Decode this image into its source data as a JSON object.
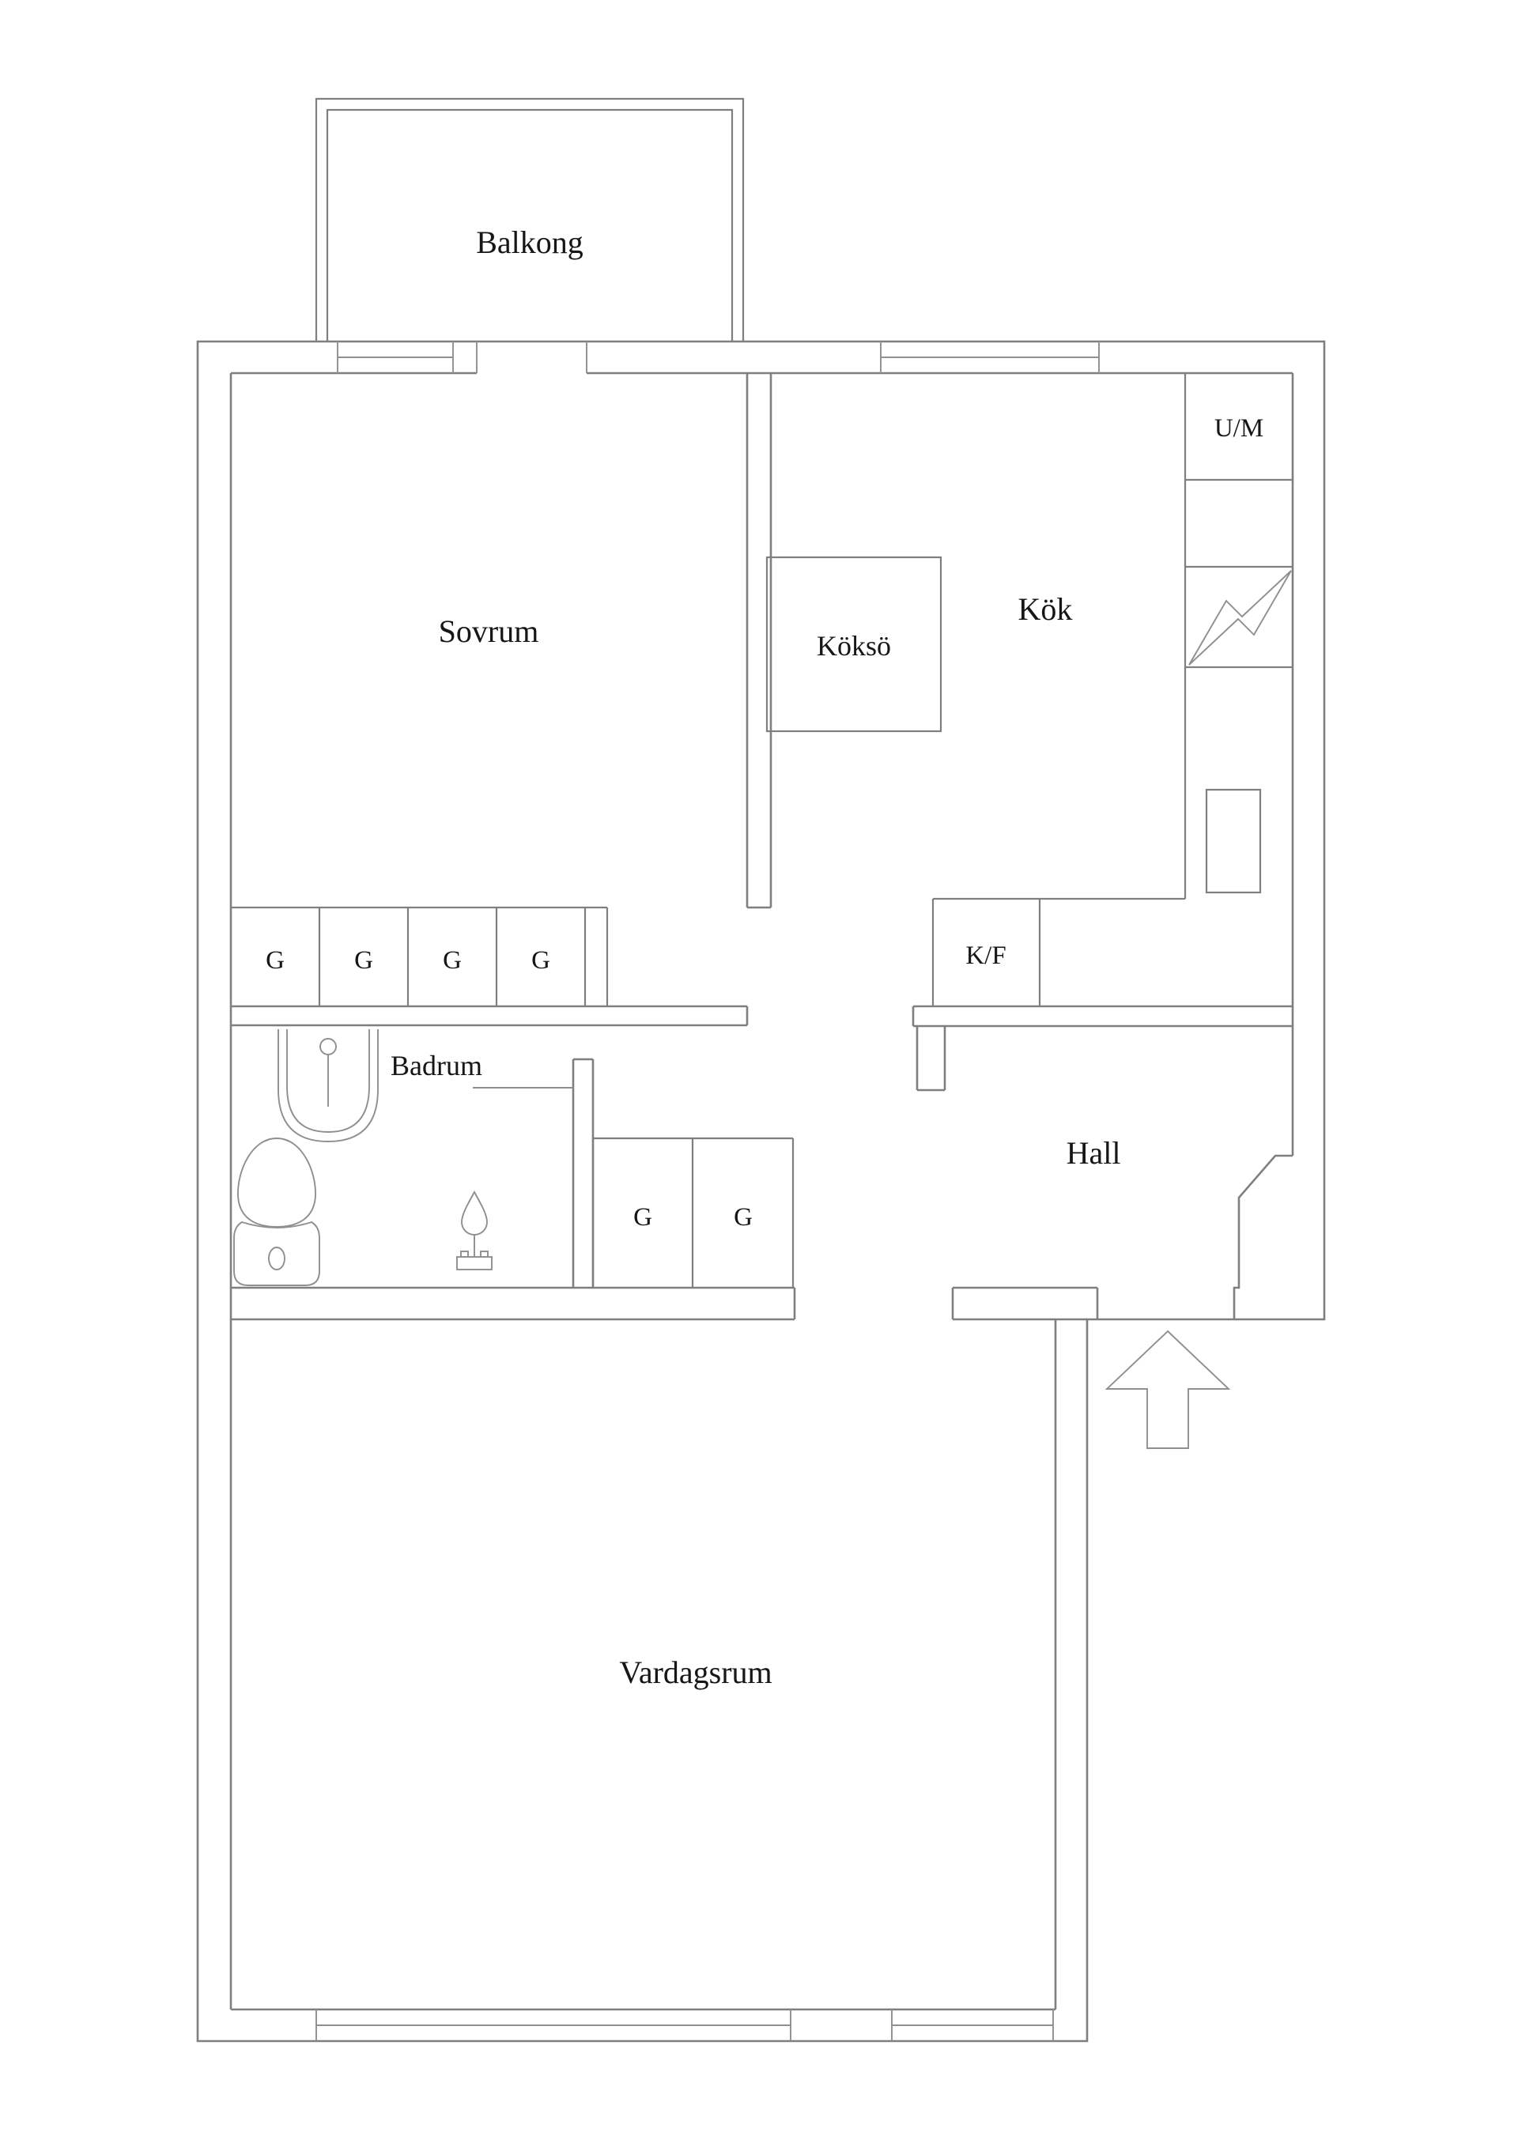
{
  "plan": {
    "title": "floor-plan",
    "rooms": {
      "balcony": "Balkong",
      "bedroom": "Sovrum",
      "kitchen": "Kök",
      "kitchen_island": "Köksö",
      "bathroom": "Badrum",
      "hall": "Hall",
      "living_room": "Vardagsrum"
    },
    "appliances": {
      "washing_machine": "U/M",
      "fridge_freezer": "K/F"
    },
    "wardrobes_bedroom": [
      "G",
      "G",
      "G",
      "G"
    ],
    "wardrobes_hall": [
      "G",
      "G"
    ],
    "icons": {
      "stove": "lightning-bolt",
      "entrance": "arrow-up"
    },
    "colors": {
      "wall": "#7f7f7f",
      "fixture": "#8f8f8f",
      "text": "#161616",
      "background": "#ffffff"
    }
  }
}
